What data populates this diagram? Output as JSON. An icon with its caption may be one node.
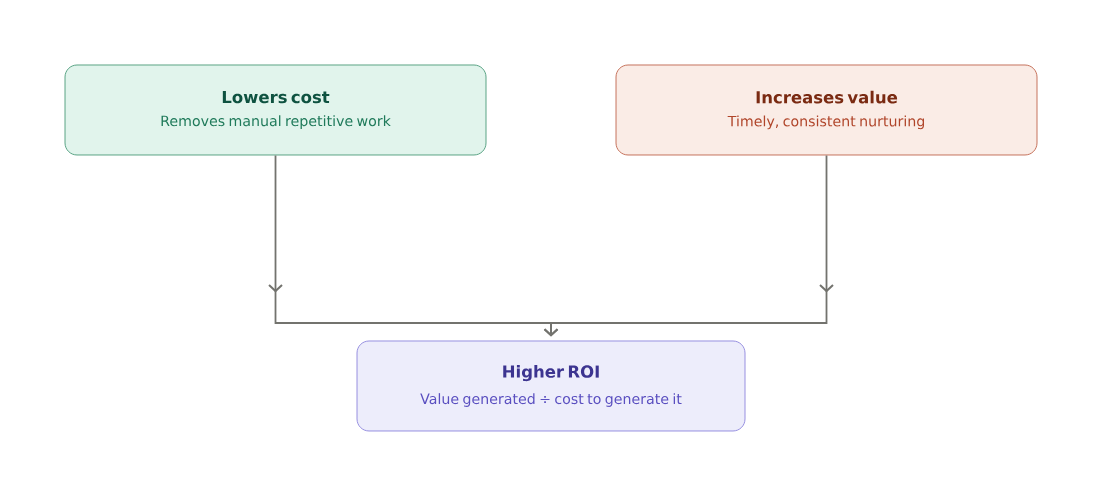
{
  "diagram": {
    "nodes": [
      {
        "text": [
          "Lowers cost",
          "Removes manual repetitive work"
        ]
      },
      {
        "text": [
          "Increases value",
          "Timely, consistent nurturing"
        ]
      },
      {
        "text": [
          "Higher ROI",
          "Value generated ÷ cost to generate it"
        ]
      }
    ],
    "edges": [
      {
        "from": 0,
        "to": 2,
        "arrow": "to"
      },
      {
        "from": 1,
        "to": 2,
        "arrow": "to"
      }
    ]
  }
}
